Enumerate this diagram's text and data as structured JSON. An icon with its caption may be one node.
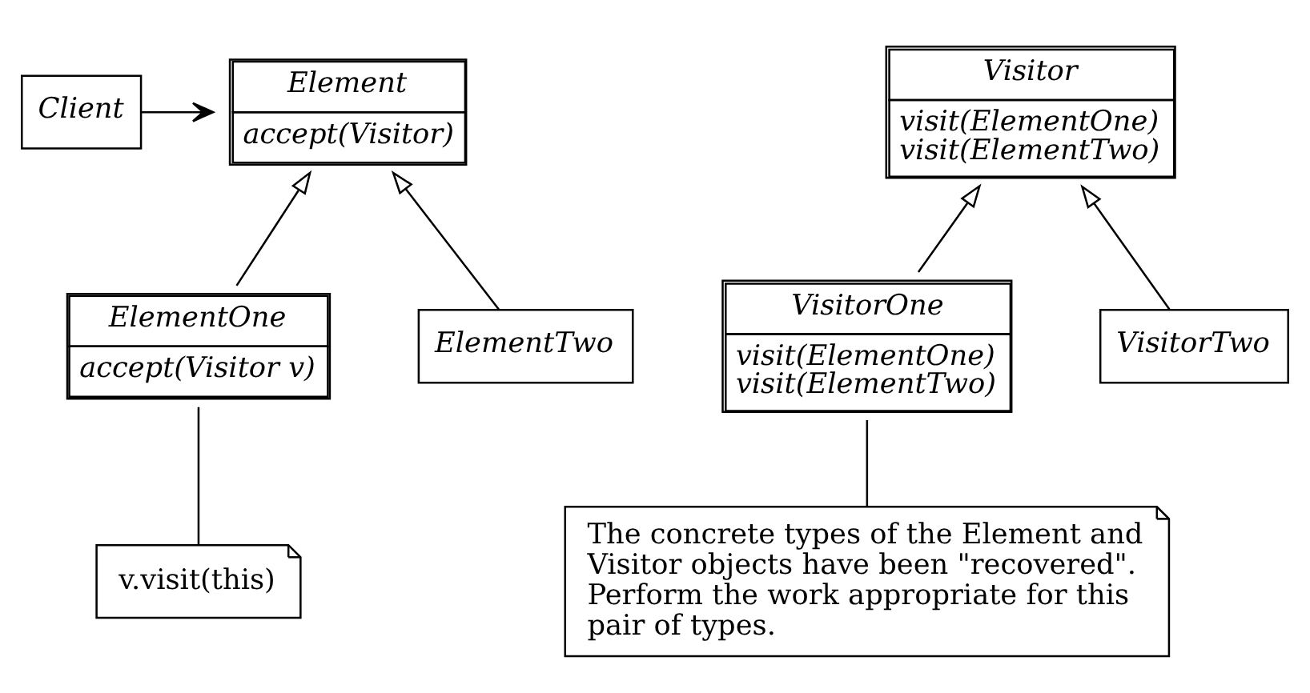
{
  "diagram": {
    "nodes": [
      {
        "text": [
          "Element",
          "accept(Visitor)"
        ]
      },
      {
        "text": [
          "Client"
        ]
      },
      {
        "text": [
          "Visitor",
          "visit(ElementOne)",
          "visit(ElementTwo)"
        ]
      },
      {
        "text": [
          "ElementOne",
          "accept(Visitor v)"
        ]
      },
      {
        "text": [
          "ElementTwo"
        ]
      },
      {
        "text": [
          "VisitorOne",
          "visit(ElementOne)",
          "visit(ElementTwo)"
        ]
      },
      {
        "text": [
          "VisitorTwo"
        ]
      },
      {
        "text": [
          "v.visit(this)"
        ]
      },
      {
        "text": [
          "The concrete types of the Element and Visitor objects have been \"recovered\". Perform the work appropriate for this pair of types."
        ]
      }
    ],
    "edges": [
      {
        "from": 1,
        "to": 0,
        "arrow": "to"
      },
      {
        "from": 3,
        "to": 0,
        "arrow": "to"
      },
      {
        "from": 4,
        "to": 0,
        "arrow": "to"
      },
      {
        "from": 5,
        "to": 2,
        "arrow": "to"
      },
      {
        "from": 6,
        "to": 2,
        "arrow": "to"
      },
      {
        "from": 3,
        "to": 7,
        "arrow": "none"
      },
      {
        "from": 5,
        "to": 8,
        "arrow": "none"
      }
    ]
  }
}
